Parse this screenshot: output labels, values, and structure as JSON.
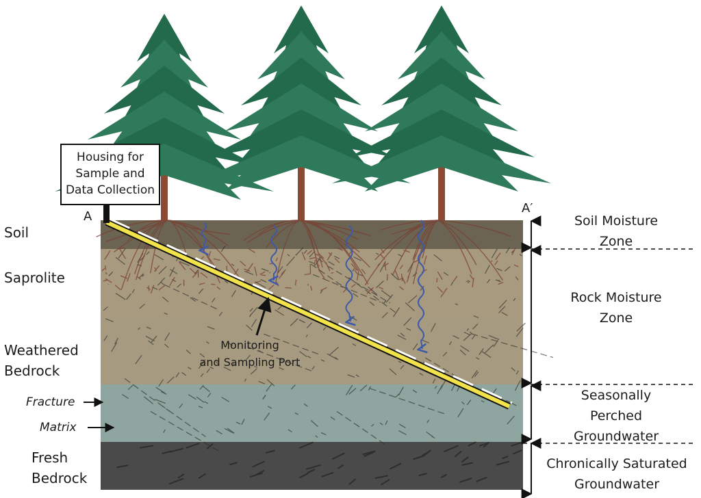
{
  "housing_label": [
    "Housing for",
    "Sample and",
    "Data Collection"
  ],
  "point_a": "A",
  "point_a_prime": "A′",
  "layers": {
    "soil": "Soil",
    "saprolite": "Saprolite",
    "weathered_bedrock": [
      "Weathered",
      "Bedrock"
    ],
    "fresh_bedrock": [
      "Fresh",
      "Bedrock"
    ]
  },
  "features": {
    "fracture": "Fracture",
    "matrix": "Matrix"
  },
  "port_label": [
    "Monitoring",
    "and Sampling Port"
  ],
  "zones": {
    "soil_moisture": [
      "Soil Moisture",
      "Zone"
    ],
    "rock_moisture": [
      "Rock Moisture",
      "Zone"
    ],
    "seasonal": [
      "Seasonally",
      "Perched",
      "Groundwater"
    ],
    "chronic": [
      "Chronically Saturated",
      "Groundwater"
    ]
  },
  "colors": {
    "soil": "#6b6452",
    "saprolite": "#a89a7f",
    "weathered": "#a89a7f",
    "perched": "#8fa8a0",
    "fresh": "#4a4a4a",
    "tree_foliage": "#2f7a5a",
    "tree_trunk": "#8a4a33",
    "roots": "#7a3f33",
    "borehole": "#f2e34a",
    "infiltration": "#3d5aa8"
  }
}
